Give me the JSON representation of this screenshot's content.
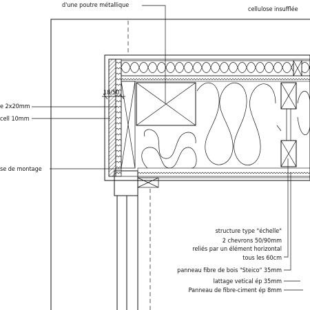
{
  "labels": {
    "poutre": "d'une poutre métallique",
    "cellulose": "cellulose insufflée",
    "lattage_2x20": "e 2x20mm",
    "cell10": "cell 10mm",
    "montage": "se de montage",
    "dim_1": "18/50",
    "structure_1": "structure type \"échelle\"",
    "structure_2": "2 chevrons 50/90mm",
    "structure_3": "reliés par un élément horizontal",
    "structure_4": "tous les 60cm",
    "steico": "panneau fibre de bois \"Steico\" 35mm",
    "lattage_vertical": "lattage vetical ép 35mm",
    "fibre_ciment": "Panneau de fibre-ciment ép 8mm"
  },
  "colors": {
    "ink": "#111111",
    "background": "#ffffff"
  }
}
